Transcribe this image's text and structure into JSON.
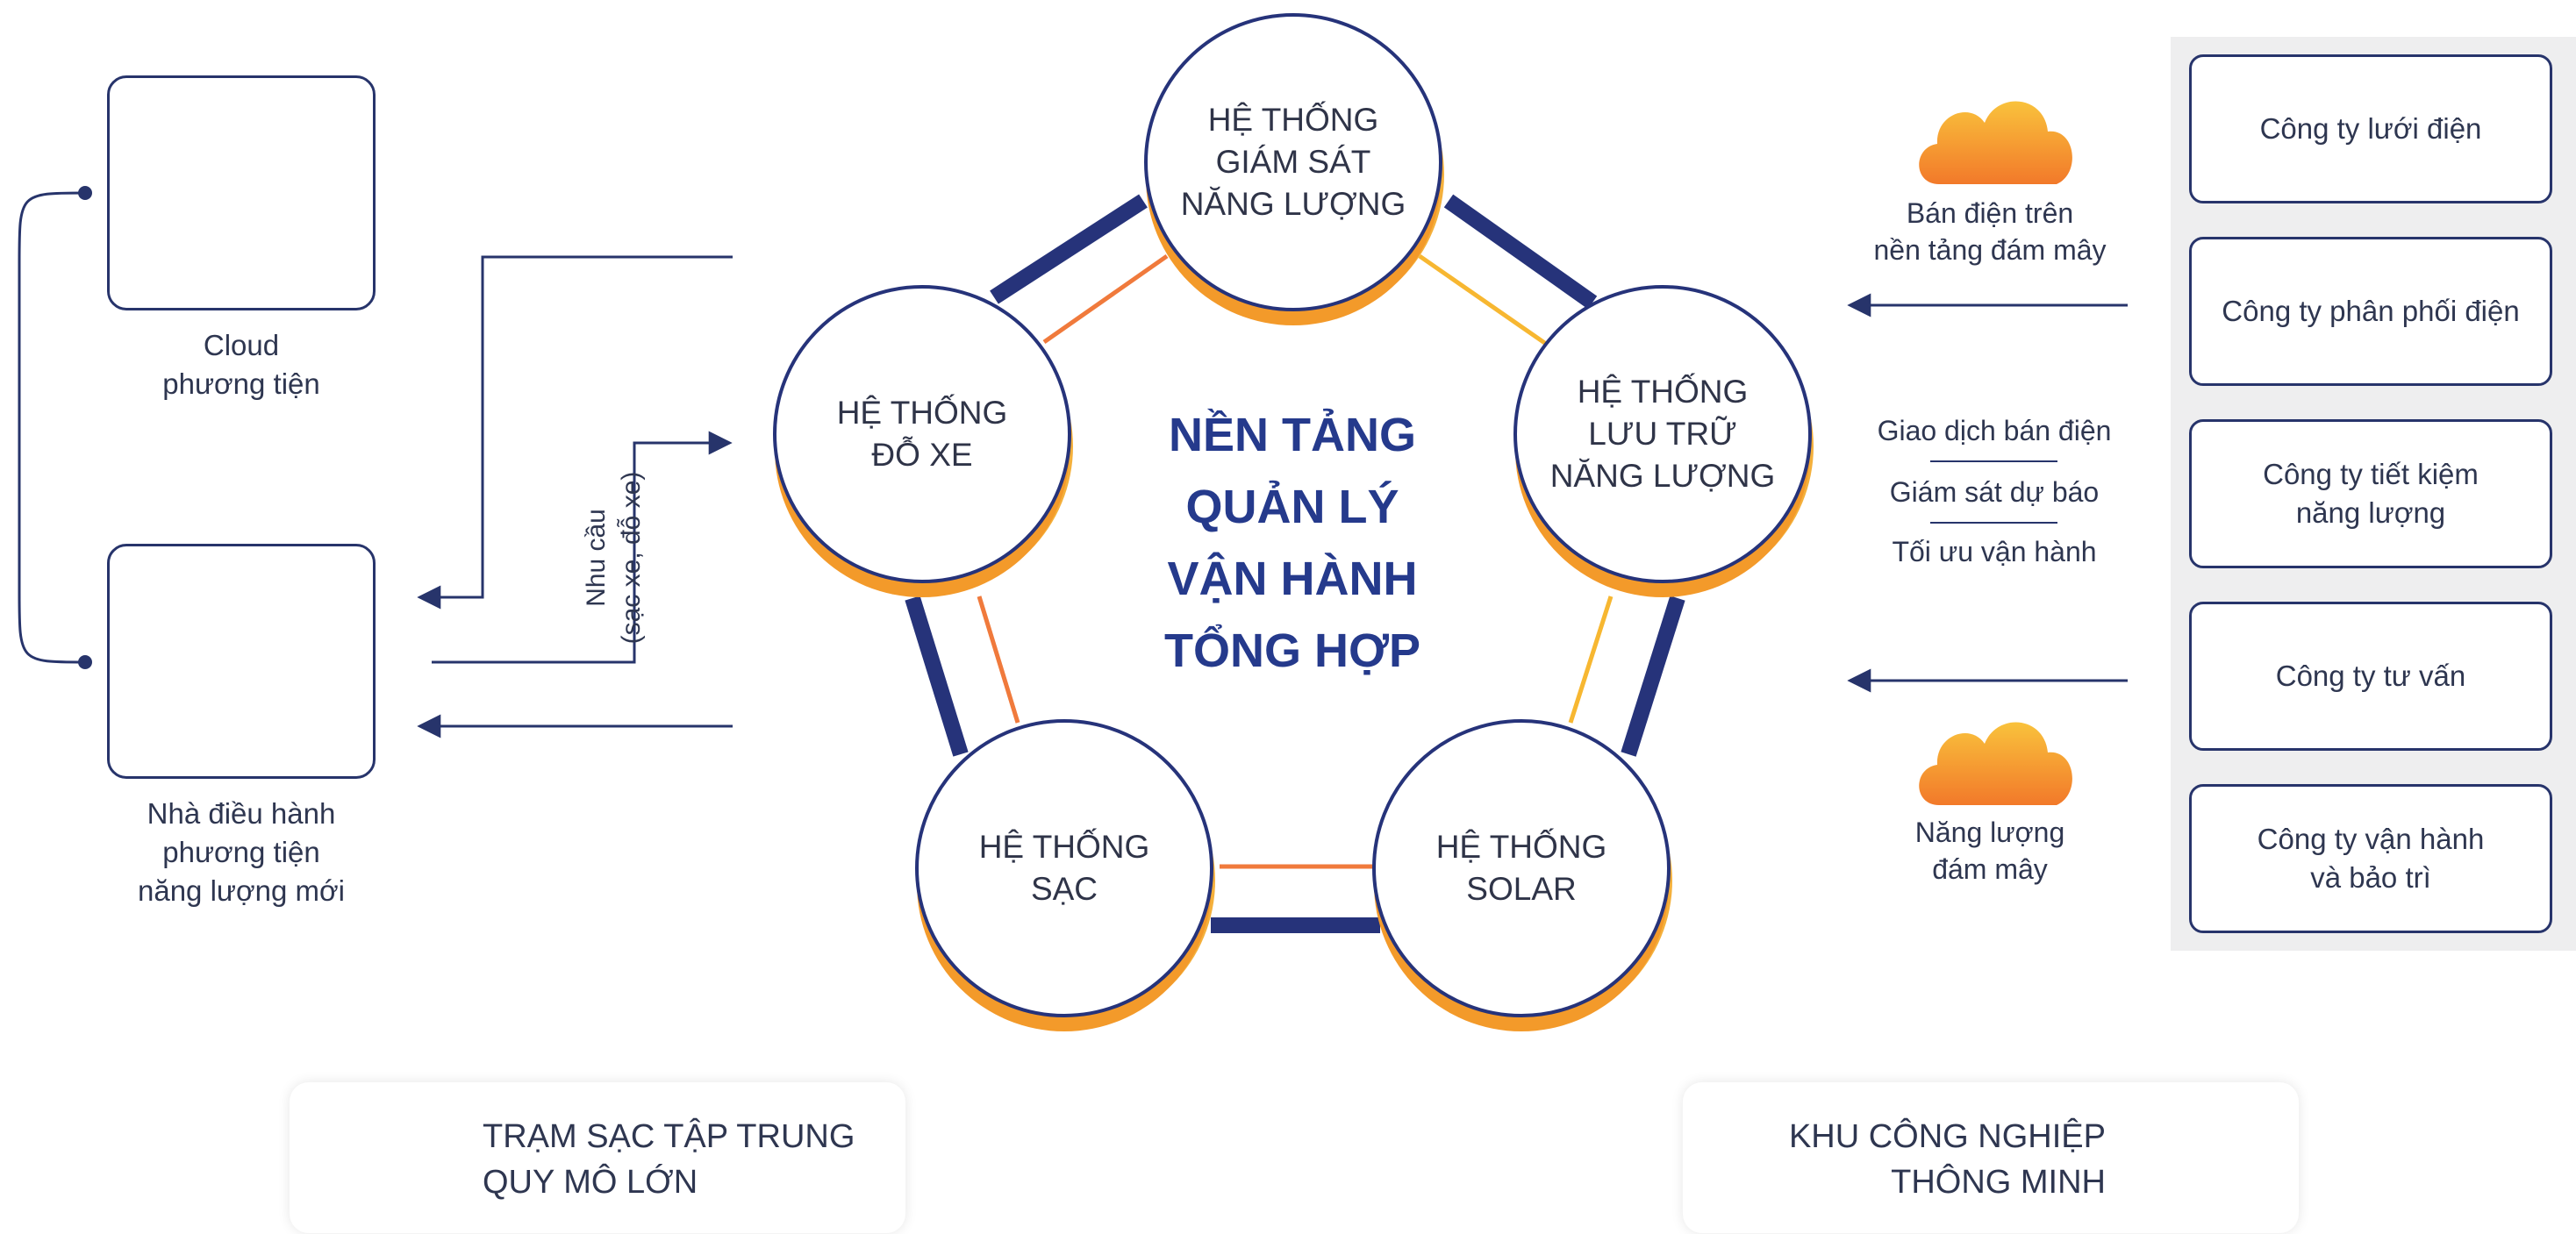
{
  "colors": {
    "navy": "#26337a",
    "orange": "#f39a2a",
    "yellow": "#f7b731",
    "panel": "#eeeeef"
  },
  "left": {
    "cloud": {
      "icon": "cloud-network-icon",
      "caption": "Cloud\nphương tiện"
    },
    "operator": {
      "icon": "car-icon",
      "caption": "Nhà điều hành\nphương tiện\nnăng lượng mới"
    },
    "demand_label": "Nhu cầu\n(sạc xe, đỗ xe)"
  },
  "center": {
    "title": "NỀN TẢNG\nQUẢN LÝ\nVẬN HÀNH\nTỔNG HỢP"
  },
  "systems": {
    "monitoring": "HỆ THỐNG\nGIÁM SÁT\nNĂNG LƯỢNG",
    "parking": "HỆ THỐNG\nĐỖ XE",
    "storage": "HỆ THỐNG\nLƯU TRỮ\nNĂNG LƯỢNG",
    "charging": "HỆ THỐNG\nSẠC",
    "solar": "HỆ THỐNG\nSOLAR"
  },
  "middle_right": {
    "cloud_top_caption": "Bán điện trên\nnền tảng đám mây",
    "services": [
      "Giao dịch bán điện",
      "Giám sát dự báo",
      "Tối ưu vận hành"
    ],
    "cloud_bottom_caption": "Năng lượng\nđám mây"
  },
  "companies": [
    "Công ty lưới điện",
    "Công ty phân phối điện",
    "Công ty tiết kiệm\nnăng lượng",
    "Công ty tư vấn",
    "Công ty vận hành\nvà bảo trì"
  ],
  "bottom": {
    "station": {
      "icon": "charging-station-icon",
      "label": "TRẠM SẠC TẬP TRUNG\nQUY MÔ LỚN"
    },
    "industrial": {
      "icon": "factory-gear-icon",
      "label": "KHU CÔNG NGHIỆP\nTHÔNG MINH"
    }
  }
}
